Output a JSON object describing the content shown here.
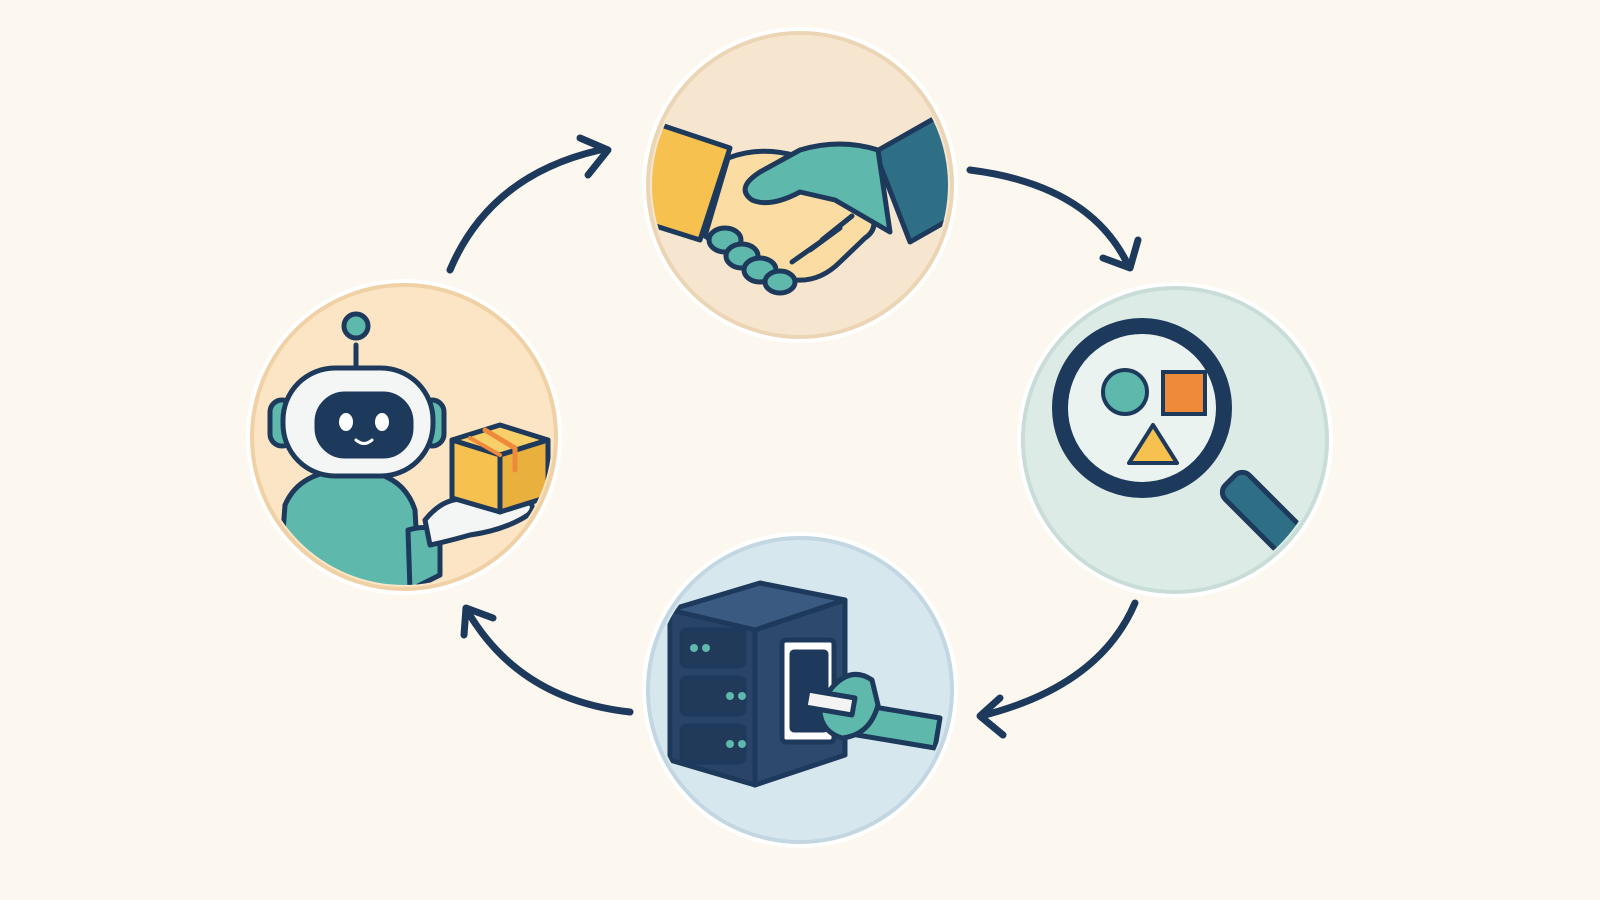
{
  "colors": {
    "background": "#fcf8ef",
    "navy": "#1d3a5c",
    "teal": "#5fb8ac",
    "dark_teal": "#2f6f86",
    "yellow": "#f6c14f",
    "orange": "#ee8a3a",
    "skin": "#fbdca2",
    "ring_white": "#ffffff"
  },
  "cycle": {
    "direction": "clockwise",
    "steps": [
      {
        "id": "handshake",
        "icon": "handshake-icon",
        "tint": "#f7e6cf"
      },
      {
        "id": "inspect",
        "icon": "magnifying-glass-shapes-icon",
        "tint": "#dcebe6"
      },
      {
        "id": "maintain",
        "icon": "server-wrench-icon",
        "tint": "#d6e7ee"
      },
      {
        "id": "deliver",
        "icon": "robot-package-icon",
        "tint": "#fbe5c4"
      }
    ]
  }
}
